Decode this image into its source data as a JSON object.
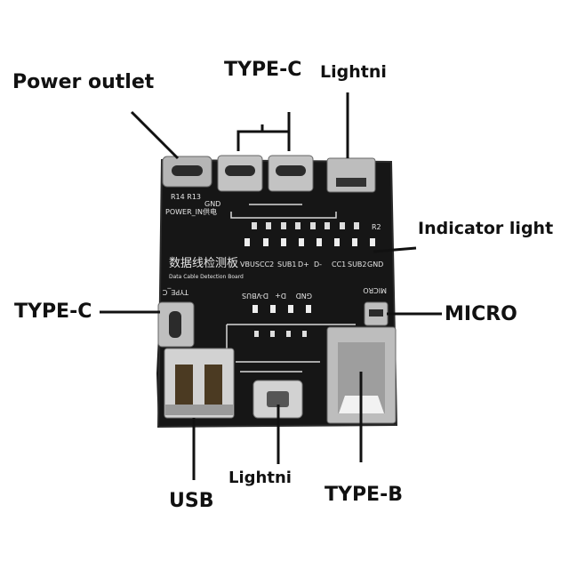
{
  "callouts": {
    "power_outlet": "Power outlet",
    "type_c_top": "TYPE-C",
    "lightning_top": "Lightni",
    "indicator_light": "Indicator light",
    "type_c_left": "TYPE-C",
    "micro": "MICRO",
    "usb": "USB",
    "lightning_bottom": "Lightni",
    "type_b": "TYPE-B"
  },
  "board": {
    "title_cn": "数据线检测板",
    "title_en": "Data Cable Detection Board",
    "power_in": "POWER_IN供电",
    "r_labels": "R14 R13",
    "gnd": "GND",
    "top_led_labels": [
      "VBUS",
      "CC2",
      "SUB1",
      "D+",
      "D-",
      "CC1",
      "SUB2",
      "GND"
    ],
    "bottom_led_labels": [
      "VBUS",
      "D+",
      "D-",
      "GND"
    ],
    "typec_small": "TYPE_C",
    "micro_small": "MICRO",
    "r2": "R2"
  },
  "colors": {
    "board": "#161616",
    "silkscreen": "#e6e6e6",
    "metal": "#c8c8c8"
  }
}
